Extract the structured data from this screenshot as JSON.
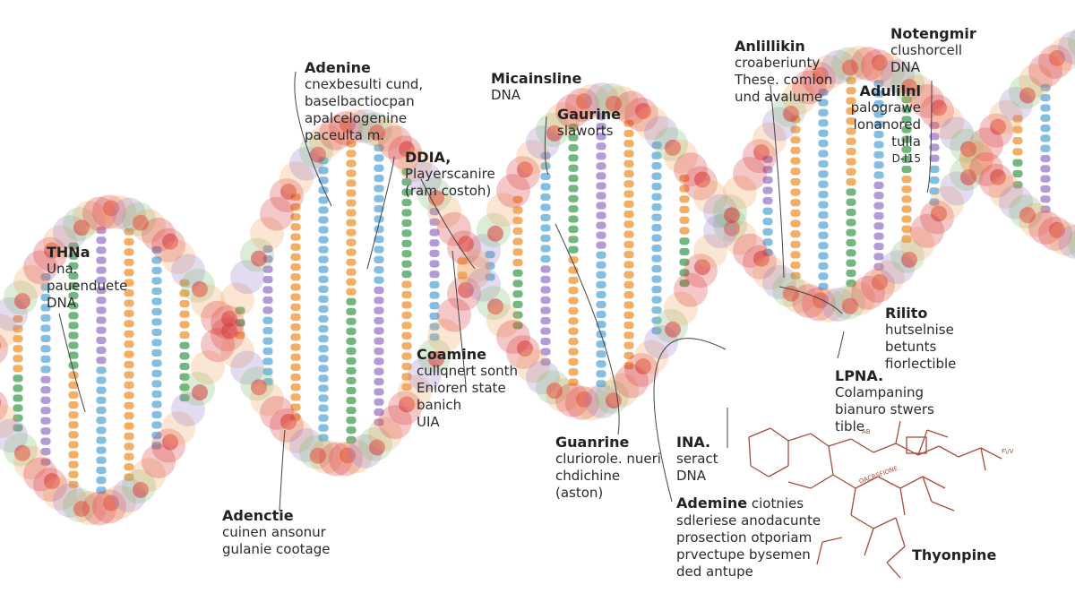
{
  "colors": {
    "background": "#ffffff",
    "backbone_red": "#d83a3a",
    "backbone_orange": "#f0a060",
    "backbone_purple": "#9b7fc4",
    "backbone_green": "#7cbf73",
    "rung_orange": "#f2a04a",
    "rung_blue": "#6fb3de",
    "rung_green": "#5aaa6a",
    "rung_purple": "#a48ad0",
    "molecule_line": "#a94a3a",
    "leader_line": "#444444"
  },
  "labels": [
    {
      "id": "adenine-top",
      "title": "Adenine",
      "lines": [
        "cnexbesulti cund,",
        "baselbactiocpan",
        "apalcelogenine",
        "paceulta   m."
      ]
    },
    {
      "id": "dna-mid",
      "title": "DDIA,",
      "lines": [
        "Playerscanire",
        "(ram costoh)"
      ]
    },
    {
      "id": "micainsline",
      "title": "Micainsline",
      "lines": [
        "DNA"
      ]
    },
    {
      "id": "gaurine",
      "title": "Gaurine",
      "lines": [
        "slaworts"
      ]
    },
    {
      "id": "anlillikin",
      "title": "Anlillikin",
      "lines": [
        "croaberiunty",
        "These. comion",
        "und avalume"
      ]
    },
    {
      "id": "notengmir",
      "title": "Notengmir",
      "lines": [
        "clushorcell",
        "DNA"
      ]
    },
    {
      "id": "adulilnl",
      "title": "Adulilnl",
      "lines": [
        "palograwe",
        "lonanored",
        "tulla",
        "D-I15"
      ]
    },
    {
      "id": "thna",
      "title": "THNa",
      "lines": [
        "Una.",
        "pauenduete",
        "DNA"
      ]
    },
    {
      "id": "coamine",
      "title": "Coamine",
      "lines": [
        "cullqnert sonth",
        "Enioren state",
        "banich",
        "UIA"
      ]
    },
    {
      "id": "rilito",
      "title": "Rilito",
      "lines": [
        "hutselnise",
        "betunts",
        "fiorlectible"
      ]
    },
    {
      "id": "lpna",
      "title": "LPNA.",
      "lines": [
        "Colampaning",
        "bianuro stwers",
        "tible"
      ]
    },
    {
      "id": "guanrine",
      "title": "Guanrine",
      "lines": [
        "cluriorole. nueri",
        "chdichine",
        "(aston)"
      ]
    },
    {
      "id": "ina",
      "title": "INA.",
      "lines": [
        "seract",
        "DNA"
      ]
    },
    {
      "id": "ademine",
      "title": "Ademine",
      "lines": [
        "sdleriese anodacunte",
        "prosection otporiam",
        "prvectupe bysemen",
        "ded antupe"
      ],
      "title_suffix": "ciotnies"
    },
    {
      "id": "adenctie",
      "title": "Adenctie",
      "lines": [
        "cuinen ansonur",
        "gulanie cootage"
      ]
    },
    {
      "id": "thyonpine",
      "title": "Thyonpine",
      "lines": []
    }
  ],
  "molecule_text": [
    "AB",
    "OACRSFIONE",
    "F\\/V"
  ]
}
